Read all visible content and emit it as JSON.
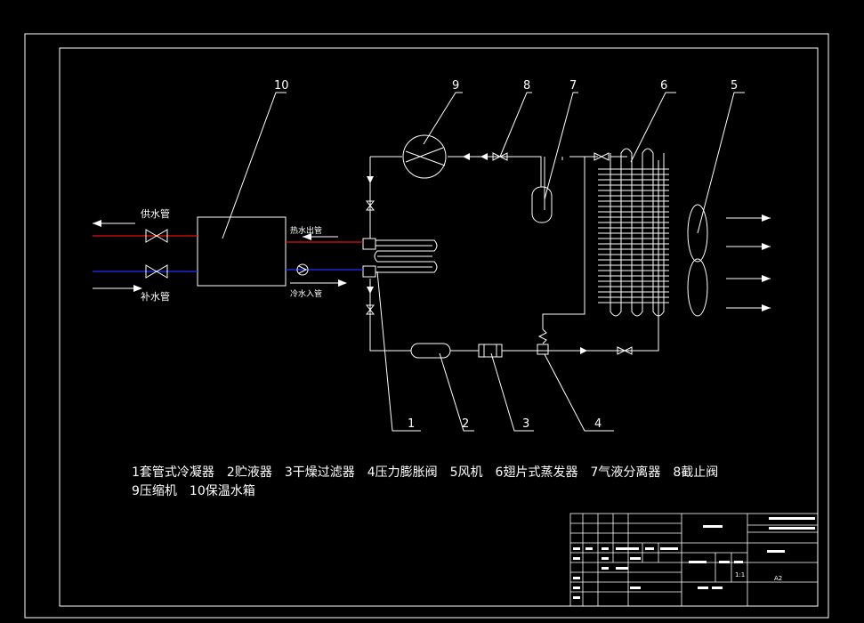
{
  "callouts": [
    "1",
    "2",
    "3",
    "4",
    "5",
    "6",
    "7",
    "8",
    "9",
    "10"
  ],
  "labels": {
    "supply_water_pipe": "供水管",
    "return_water_pipe": "补水管",
    "hot_water_outlet": "热水出管",
    "cold_water_inlet": "冷水入管"
  },
  "legend": {
    "line1": "1套管式冷凝器　2贮液器　3干燥过滤器　4压力膨胀阀　5风机　6翅片式蒸发器　7气液分离器　8截止阀",
    "line2": "9压缩机　10保温水箱"
  },
  "title_block": {
    "scale": "1:1",
    "sheet_size": "A2"
  },
  "colors": {
    "background": "#000000",
    "line": "#ffffff",
    "hot_pipe": "#e01010",
    "cold_pipe": "#2030ff"
  }
}
